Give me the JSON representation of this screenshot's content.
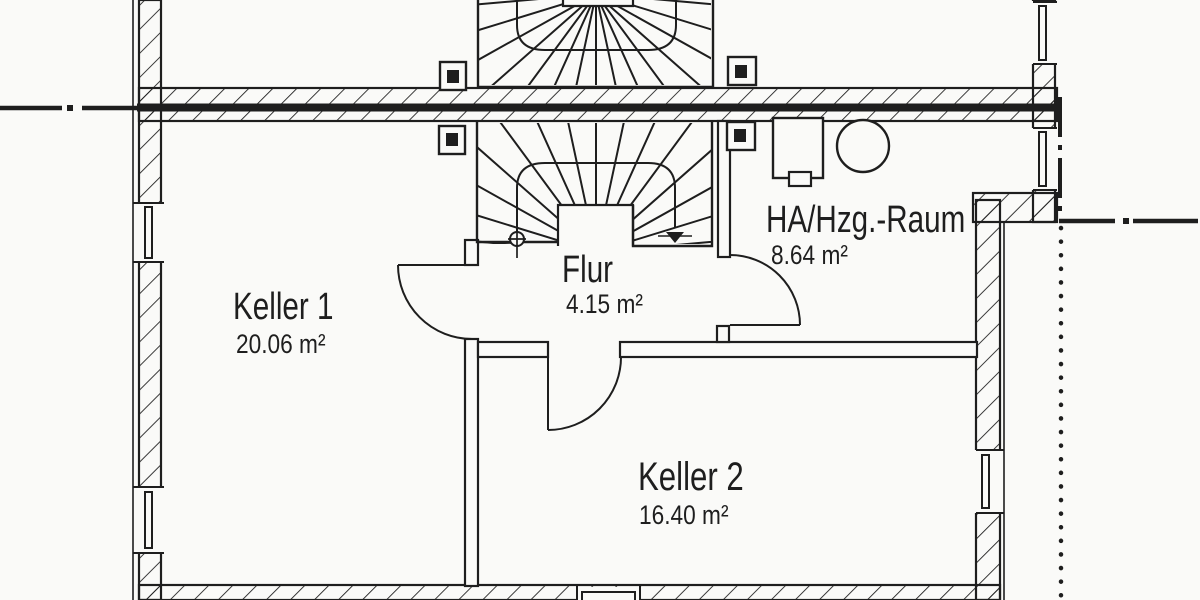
{
  "plan": {
    "kind": "basement floor plan",
    "rooms": [
      {
        "name": "Keller 1",
        "area": "20.06 m²"
      },
      {
        "name": "Flur",
        "area": "4.15 m²"
      },
      {
        "name": "HA/Hzg.-Raum",
        "area": "8.64 m²"
      },
      {
        "name": "Keller 2",
        "area": "16.40 m²"
      }
    ],
    "symbols": [
      "winder-staircase-upper",
      "winder-staircase-lower",
      "walk-line",
      "stair-start-circle",
      "stair-direction-arrow",
      "door-swing-arc",
      "window-symbol",
      "column-marker",
      "boiler-rectangle",
      "tank-circle",
      "axis-dash-dot-line",
      "projection-dotted-line"
    ],
    "colors": {
      "ink": "#1e1e1e",
      "paper": "#fafaf8"
    }
  }
}
